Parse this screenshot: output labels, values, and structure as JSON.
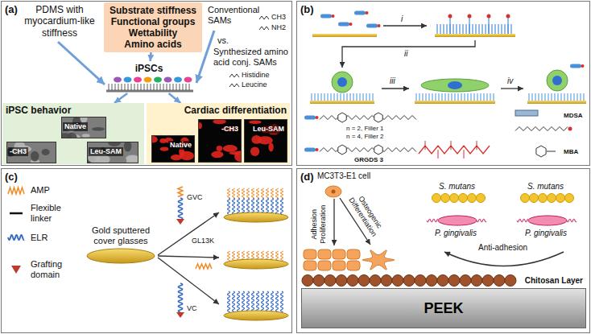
{
  "diagram": {
    "nodes": [
      {
        "text": [
          "(a)"
        ]
      },
      {
        "text": [
          "Substrate stiffness",
          "Functional groups",
          "Wettability",
          "Amino acids"
        ],
        "in": 0
      },
      {
        "text": [
          "iPSCs"
        ],
        "in": 0
      },
      {
        "text": [
          "iPSC behavior"
        ],
        "in": 0
      },
      {
        "text": [
          "Native"
        ],
        "in": 3
      },
      {
        "text": [
          "-CH3"
        ],
        "in": 3
      },
      {
        "text": [
          "Leu-SAM"
        ],
        "in": 3
      },
      {
        "text": [
          "Cardiac differentiation"
        ],
        "in": 0
      },
      {
        "text": [
          "Native"
        ],
        "in": 7
      },
      {
        "text": [
          "-CH3"
        ],
        "in": 7
      },
      {
        "text": [
          "Leu-SAM"
        ],
        "in": 7
      },
      {
        "text": [
          "(b)"
        ]
      },
      {
        "text": [
          "(c)"
        ]
      },
      {
        "text": [
          "(d)"
        ]
      },
      {
        "text": [
          "Chitosan Layer"
        ],
        "in": 13
      },
      {
        "text": [
          "PEEK"
        ],
        "in": 13
      }
    ],
    "edges": [
      {
        "from": 1,
        "to": 2,
        "arrow": "to"
      },
      {
        "from": 2,
        "to": 3,
        "arrow": "to"
      },
      {
        "from": 2,
        "to": 7,
        "arrow": "to"
      }
    ],
    "labels": [
      "PDMS with myocardium-like stiffness",
      "Conventional SAMs",
      "CH3",
      "NH2",
      "vs.",
      "Synthesized amino acid conj. SAMs",
      "Histidine",
      "Leucine",
      "i",
      "ii",
      "iii",
      "iv",
      "n = 2, Filler 1",
      "n = 4, Filler 2",
      "GRGDS 3",
      "MDSA",
      "MBA",
      "AMP",
      "Flexible linker",
      "ELR",
      "Grafting domain",
      "Gold sputtered cover glasses",
      "GVC",
      "GL13K",
      "VC",
      "MC3T3-E1 cell",
      "Adhesion Proliferation",
      "Osteogenic Differentiation",
      "S. mutans",
      "S. mutans",
      "P. gingivalis",
      "P. gingivalis",
      "Anti-adhesion"
    ]
  }
}
